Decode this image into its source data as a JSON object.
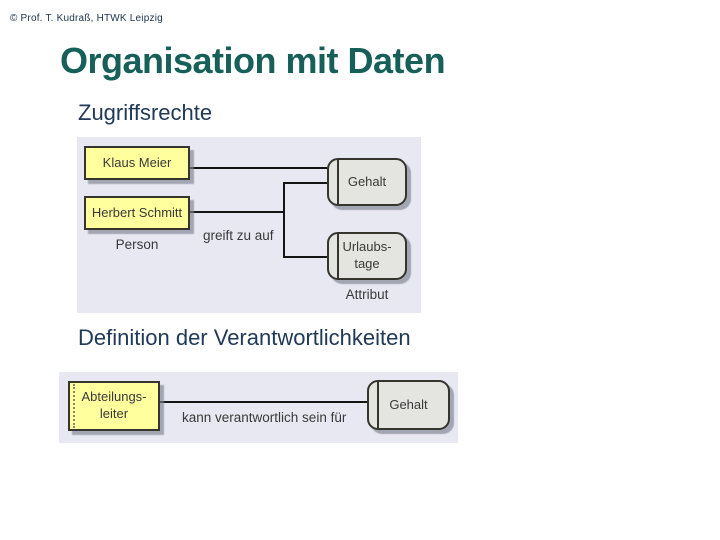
{
  "slide": {
    "copyright": "© Prof. T. Kudraß, HTWK Leipzig",
    "title": "Organisation mit Daten"
  },
  "sections": {
    "access_rights": "Zugriffsrechte",
    "responsibilities": "Definition der Verantwortlichkeiten"
  },
  "diagram_access": {
    "person_box_1": "Klaus Meier",
    "person_box_2": "Herbert Schmitt",
    "person_label": "Person",
    "edge_label": "greift zu auf",
    "attr_box_1": "Gehalt",
    "attr_box_2_line1": "Urlaubs-",
    "attr_box_2_line2": "tage",
    "attr_label": "Attribut"
  },
  "diagram_resp": {
    "role_box_line1": "Abteilungs-",
    "role_box_line2": "leiter",
    "edge_label": "kann verantwortlich sein für",
    "attr_box": "Gehalt"
  },
  "colors": {
    "title": "#176059",
    "subtitle": "#203a57",
    "diagram_background": "#e7e8f2",
    "person_box_fill": "#ffff9e",
    "attribute_box_fill": "#e4e4e0",
    "connector_line": "#141414"
  }
}
